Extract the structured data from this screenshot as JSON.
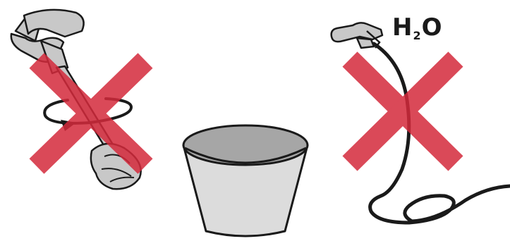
{
  "water_label": {
    "main": "H",
    "subscript": "2",
    "tail": "O"
  },
  "colors": {
    "prohibition_cross": "#d42a3c",
    "outline": "#1a1a1a",
    "tool_fill": "#c8c8c8",
    "bucket_fill": "#dcdcdc",
    "bucket_inner": "#a6a6a6"
  },
  "icons": [
    "mixer-drill-icon",
    "rotation-arrow-icon",
    "bucket-icon",
    "water-spray-gun-icon",
    "hose-icon"
  ]
}
